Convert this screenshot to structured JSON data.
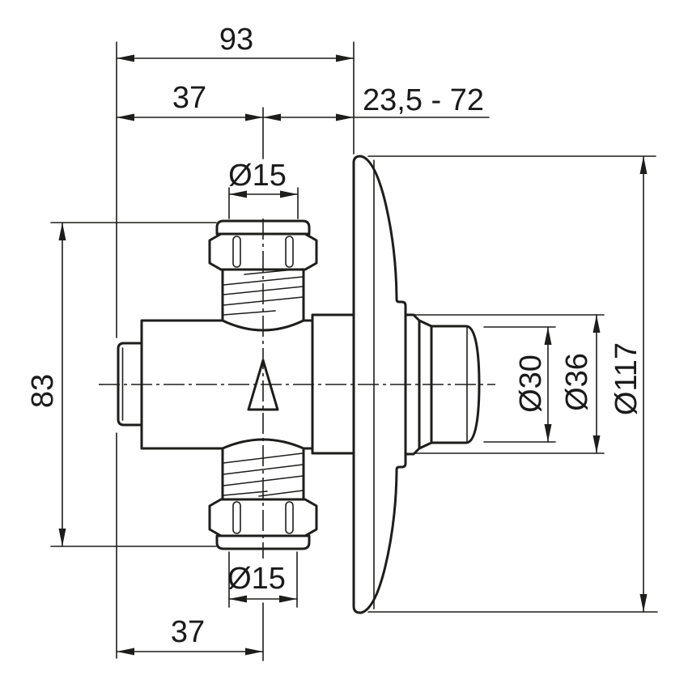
{
  "drawing": {
    "colors": {
      "line": "#1d1d1b",
      "background": "#ffffff"
    },
    "dims": {
      "total_width": "93",
      "branch_offset_top": "37",
      "install_depth_range": "23,5 - 72",
      "pipe_top": "Ø15",
      "port_spacing": "83",
      "cap_diameter": "Ø30",
      "sleeve_diameter": "Ø36",
      "flange_diameter": "Ø117",
      "pipe_bottom": "Ø15",
      "branch_offset_bottom": "37"
    }
  }
}
